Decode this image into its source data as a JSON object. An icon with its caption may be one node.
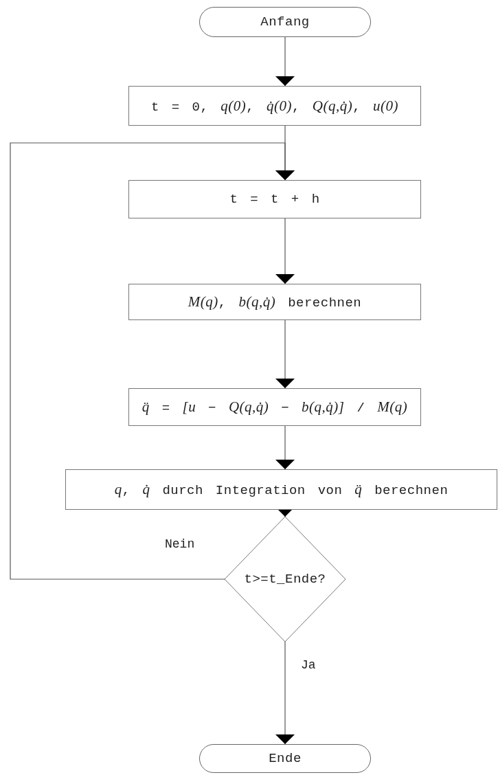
{
  "diagram": {
    "nodes": [
      {
        "text": [
          "Anfang"
        ]
      },
      {
        "text": [
          "t = 0, *q(0)*, *q̇(0)*, *Q(q,q̇)*, *u(0)*"
        ]
      },
      {
        "text": [
          "t = t + h"
        ]
      },
      {
        "text": [
          "*M(q)*, *b(q,q̇)* berechnen"
        ]
      },
      {
        "text": [
          "*q̈* = *[u* − *Q(q,q̇)* − *b(q,q̇)]* / *M(q)*"
        ]
      },
      {
        "text": [
          "*q*, *q̇* durch Integration von *q̈* berechnen"
        ]
      },
      {
        "text": [
          "t>=t_Ende?"
        ]
      },
      {
        "text": [
          "Ende"
        ]
      }
    ],
    "edges": [
      {
        "from": 0,
        "to": 1,
        "arrow": "to"
      },
      {
        "from": 1,
        "to": 2,
        "arrow": "to"
      },
      {
        "from": 2,
        "to": 3,
        "arrow": "to"
      },
      {
        "from": 3,
        "to": 4,
        "arrow": "to"
      },
      {
        "from": 4,
        "to": 5,
        "arrow": "to"
      },
      {
        "from": 5,
        "to": 6,
        "arrow": "to"
      },
      {
        "from": 6,
        "to": 2,
        "arrow": "to",
        "label": "Nein"
      },
      {
        "from": 6,
        "to": 7,
        "arrow": "to",
        "label": "Ja"
      }
    ]
  }
}
